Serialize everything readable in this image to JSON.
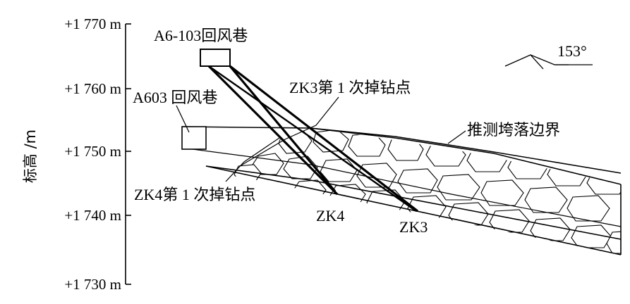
{
  "diagram": {
    "y_axis": {
      "title": "标高 /m",
      "ticks": [
        "+1 770 m",
        "+1 760 m",
        "+1 750 m",
        "+1 740 m",
        "+1 730 m"
      ]
    },
    "labels": {
      "tunnel_upper": "A6-103回风巷",
      "tunnel_lower": "A603 回风巷",
      "zk3_drop_point": "ZK3第 1 次掉钻点",
      "zk4_drop_point": "ZK4第 1 次掉钻点",
      "collapse_boundary": "推测垮落边界",
      "zk4": "ZK4",
      "zk3": "ZK3"
    },
    "orientation": {
      "azimuth": "153°",
      "symbol": "strike-dip-symbol"
    }
  }
}
